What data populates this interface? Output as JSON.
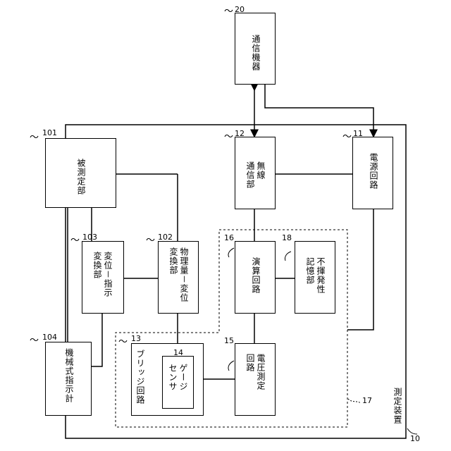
{
  "blocks": {
    "communication_device": {
      "ref": "20",
      "label": "通信機器"
    },
    "power_circuit": {
      "ref": "11",
      "label": "電源回路"
    },
    "wireless_comm": {
      "ref": "12",
      "label": "無線\n通信部"
    },
    "measured_part": {
      "ref": "101",
      "label": "被測定部"
    },
    "disp_indication_converter": {
      "ref": "103",
      "label": "変位－指示\n変換部"
    },
    "physical_disp_converter": {
      "ref": "102",
      "label": "物理量－変位\n変換部"
    },
    "arithmetic_circuit": {
      "ref": "16",
      "label": "演算回路"
    },
    "nonvolatile_memory": {
      "ref": "18",
      "label": "不揮発性\n記憶部"
    },
    "mechanical_indicator": {
      "ref": "104",
      "label": "機械式指示計"
    },
    "bridge_circuit": {
      "ref": "13",
      "label": "ブリッジ回路"
    },
    "gauge_sensor": {
      "ref": "14",
      "label": "ゲージ\nセンサ"
    },
    "voltage_measurement": {
      "ref": "15",
      "label": "電圧測定\n回路"
    }
  },
  "dashed_region": {
    "ref": "17"
  },
  "measuring_device": {
    "ref": "10",
    "label": "測定装置"
  }
}
